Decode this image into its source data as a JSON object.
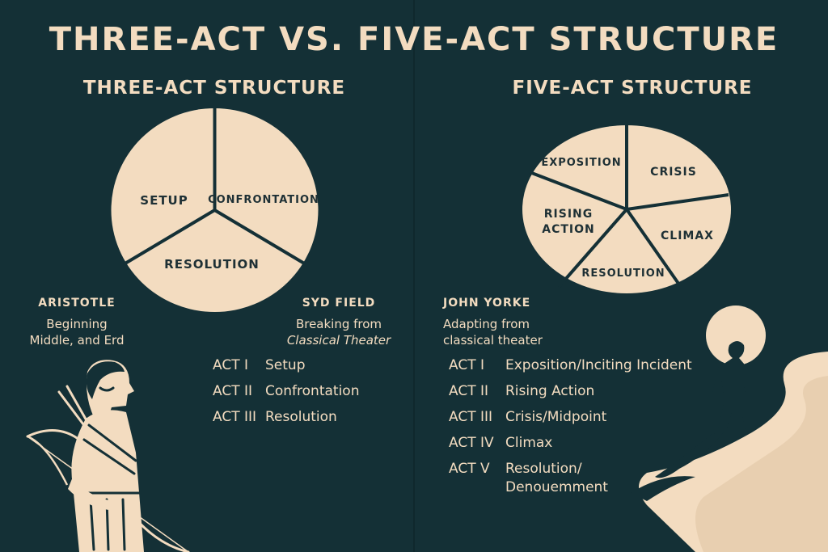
{
  "title": "THREE-ACT VS. FIVE-ACT STRUCTURE",
  "colors": {
    "background": "#143036",
    "accent": "#f3dcc0",
    "ink": "#1e3035"
  },
  "three_act": {
    "heading": "THREE-ACT STRUCTURE",
    "segments": [
      "SETUP",
      "CONFRONTATION",
      "RESOLUTION"
    ],
    "left_note": {
      "name": "ARISTOTLE",
      "line1": "Beginning",
      "line2": "Middle, and Erd"
    },
    "right_note": {
      "name": "SYD FIELD",
      "line1": "Breaking from",
      "line2": "Classical Theater"
    },
    "acts": [
      {
        "num": "ACT I",
        "label": "Setup"
      },
      {
        "num": "ACT II",
        "label": "Confrontation"
      },
      {
        "num": "ACT III",
        "label": "Resolution"
      }
    ]
  },
  "five_act": {
    "heading": "FIVE-ACT STRUCTURE",
    "segments": [
      "EXPOSITION",
      "CRISIS",
      "RISING",
      "ACTION",
      "CLIMAX",
      "RESOLUTION"
    ],
    "note": {
      "name": "JOHN YORKE",
      "line1": "Adapting from",
      "line2": "classical theater"
    },
    "acts": [
      {
        "num": "ACT I",
        "label": "Exposition/Inciting Incident"
      },
      {
        "num": "ACT II",
        "label": "Rising Action"
      },
      {
        "num": "ACT III",
        "label": "Crisis/Midpoint"
      },
      {
        "num": "ACT IV",
        "label": "Climax"
      },
      {
        "num": "ACT V",
        "label": "Resolution/"
      },
      {
        "num": "",
        "label": "Denouemment"
      }
    ]
  }
}
